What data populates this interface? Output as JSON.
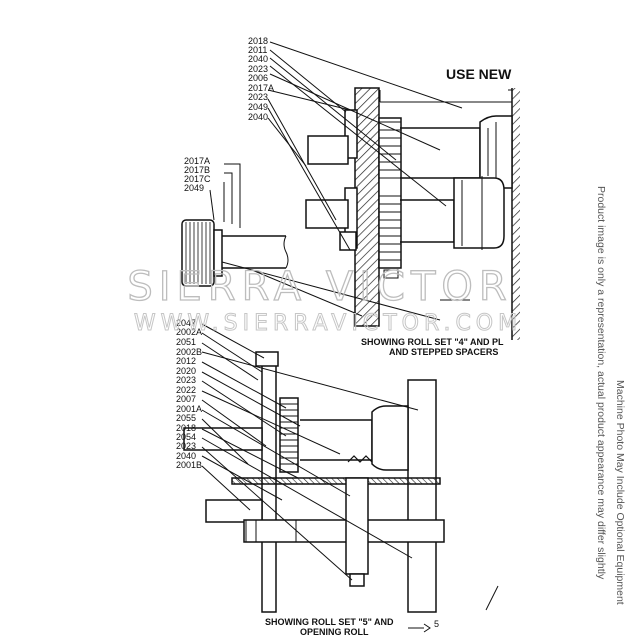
{
  "heading": "USE NEW",
  "caption_top": {
    "line1": "SHOWING ROLL SET \"4\" AND PL",
    "line2": "AND STEPPED SPACERS"
  },
  "caption_bottom": {
    "line1": "SHOWING ROLL SET \"5\" AND",
    "line2": "OPENING ROLL"
  },
  "bottom_mark": "5",
  "watermark": {
    "line1": "SIERRA VICTOR",
    "line2": "WWW.SIERRAVICTOR.COM"
  },
  "side_note": {
    "line1": "Product image is only a representation, actual product appearance may differ slightly",
    "line2": "Machine Photo May Include Optional Equipment"
  },
  "labels_top": [
    "2018",
    "2011",
    "2040",
    "2023",
    "2006",
    "2017A",
    "2023",
    "2049",
    "2040"
  ],
  "labels_mid": [
    "2017A",
    "2017B",
    "2017C",
    "2049"
  ],
  "labels_bottom": [
    "2047",
    "2002A",
    "2051",
    "2002B",
    "2012",
    "2020",
    "2023",
    "2022",
    "2007",
    "2001A",
    "2055",
    "2018",
    "2054",
    "2023",
    "2040",
    "2001B"
  ]
}
